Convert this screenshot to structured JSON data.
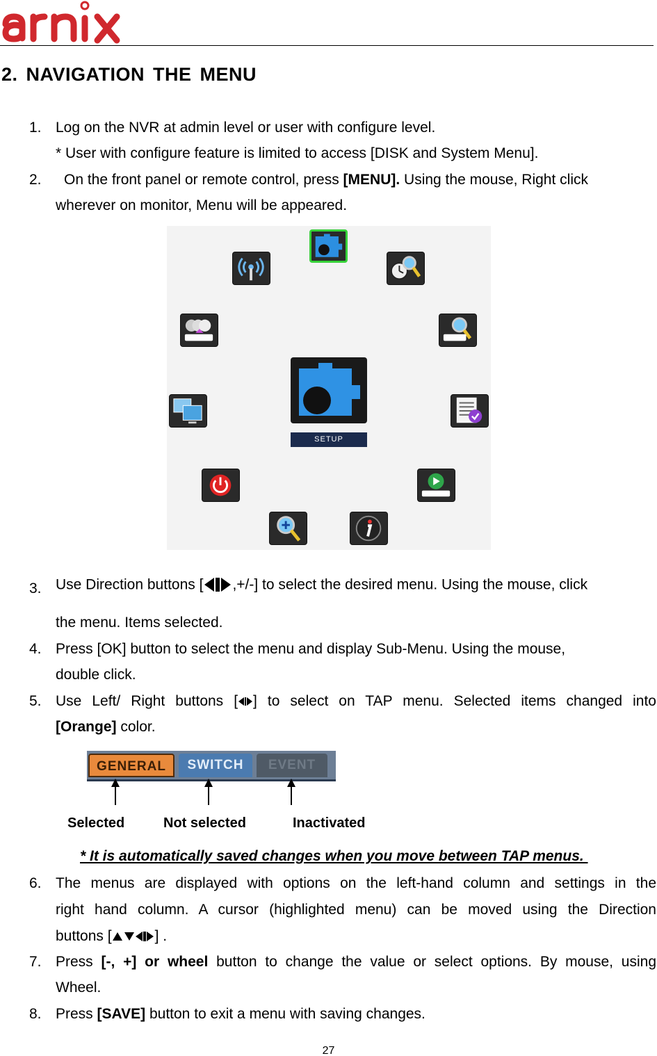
{
  "header": {
    "logo_text": "arnix",
    "brand_color": "#d0282d"
  },
  "section_title": "2. NAVIGATION THE MENU",
  "steps": [
    {
      "num": "1.",
      "lines": [
        "Log on the NVR at admin level or user with configure level.",
        "* User with configure feature is limited to access [DISK and System Menu]."
      ]
    },
    {
      "num": "2.",
      "pre": "On the front panel or remote control, press ",
      "bold": "[MENU].",
      "post": " Using the mouse, Right click",
      "line2": "wherever on monitor, Menu will be appeared."
    },
    {
      "num": "3.",
      "pre": "Use Direction buttons [",
      "post": ",+/-] to select the desired menu. Using the mouse, click",
      "line2": "the menu. Items selected."
    },
    {
      "num": "4.",
      "line1": "Press [OK] button to select the menu and display Sub-Menu. Using the mouse,",
      "line2": "double click."
    },
    {
      "num": "5.",
      "pre": "Use Left/ Right buttons [",
      "post": "] to select on TAP menu. Selected items changed into",
      "line2_bold": "[Orange]",
      "line2_post": " color."
    },
    {
      "num": "6.",
      "line1": "The menus are displayed with options on the left-hand column and settings in the",
      "line2": "right hand column.   A cursor (highlighted menu) can be moved using the Direction",
      "line3_pre": "buttons [",
      "line3_post": "] ."
    },
    {
      "num": "7.",
      "pre": "Press ",
      "bold": "[-, +] or wheel",
      "post": " button to change the value or select options. By mouse, using",
      "line2": "Wheel."
    },
    {
      "num": "8.",
      "pre": "Press ",
      "bold": "[SAVE]",
      "post": " button to exit a menu with saving changes."
    }
  ],
  "menu": {
    "center_label": "SETUP",
    "icons": [
      "network-icon",
      "setup-icon",
      "time-search-icon",
      "disk-icon",
      "search-icon",
      "display-icon",
      "log-icon",
      "power-icon",
      "playback-icon",
      "zoom-icon",
      "info-icon"
    ],
    "selected_border_color": "#37d23a"
  },
  "tabs": {
    "items": [
      "GENERAL",
      "SWITCH",
      "EVENT"
    ]
  },
  "tab_labels": [
    "Selected",
    "Not selected",
    "Inactivated"
  ],
  "note": "* It is automatically saved changes when you move between TAP menus. ",
  "page_number": "27"
}
